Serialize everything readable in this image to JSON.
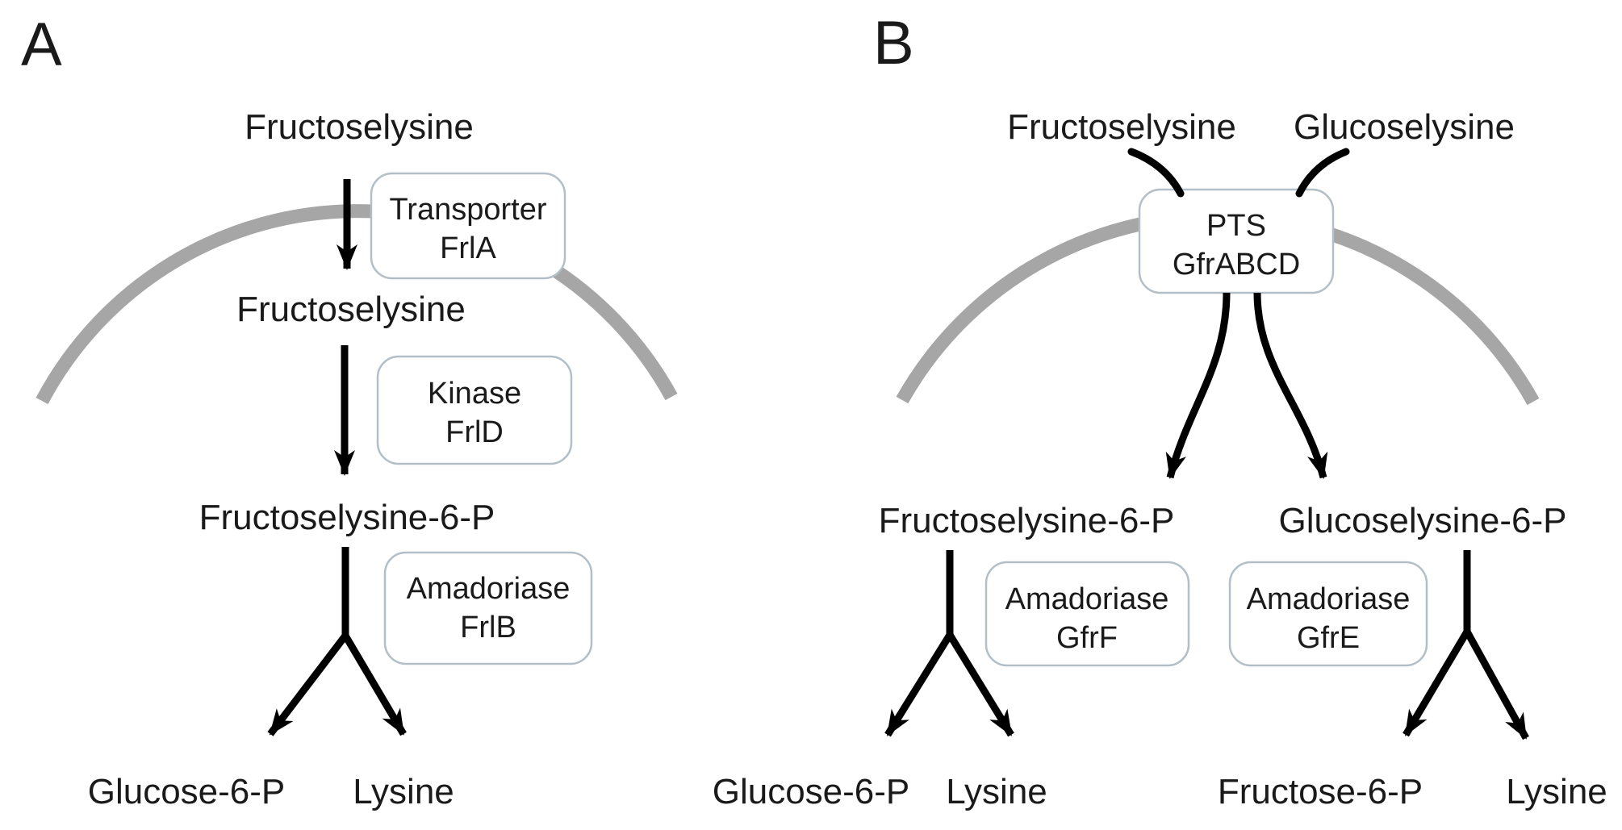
{
  "figure": {
    "background_color": "#ffffff",
    "membrane_color": "#a6a6a6",
    "box_border_color": "#b3bfc7",
    "arrow_color": "#000000",
    "text_color": "#1a1a1a"
  },
  "panel_a": {
    "label": "A",
    "substrate_top": "Fructoselysine",
    "substrate_inside": "Fructoselysine",
    "intermediate": "Fructoselysine-6-P",
    "enzymes": {
      "transporter": {
        "line1": "Transporter",
        "line2": "FrlA"
      },
      "kinase": {
        "line1": "Kinase",
        "line2": "FrlD"
      },
      "amadoriase": {
        "line1": "Amadoriase",
        "line2": "FrlB"
      }
    },
    "products": {
      "left": "Glucose-6-P",
      "right": "Lysine"
    }
  },
  "panel_b": {
    "label": "B",
    "substrates": {
      "left": "Fructoselysine",
      "right": "Glucoselysine"
    },
    "pts": {
      "line1": "PTS",
      "line2": "GfrABCD"
    },
    "intermediates": {
      "left": "Fructoselysine-6-P",
      "right": "Glucoselysine-6-P"
    },
    "enzymes": {
      "amadoriase_gfrf": {
        "line1": "Amadoriase",
        "line2": "GfrF"
      },
      "amadoriase_gfre": {
        "line1": "Amadoriase",
        "line2": "GfrE"
      }
    },
    "products": {
      "left_1": "Glucose-6-P",
      "left_2": "Lysine",
      "right_1": "Fructose-6-P",
      "right_2": "Lysine"
    }
  }
}
